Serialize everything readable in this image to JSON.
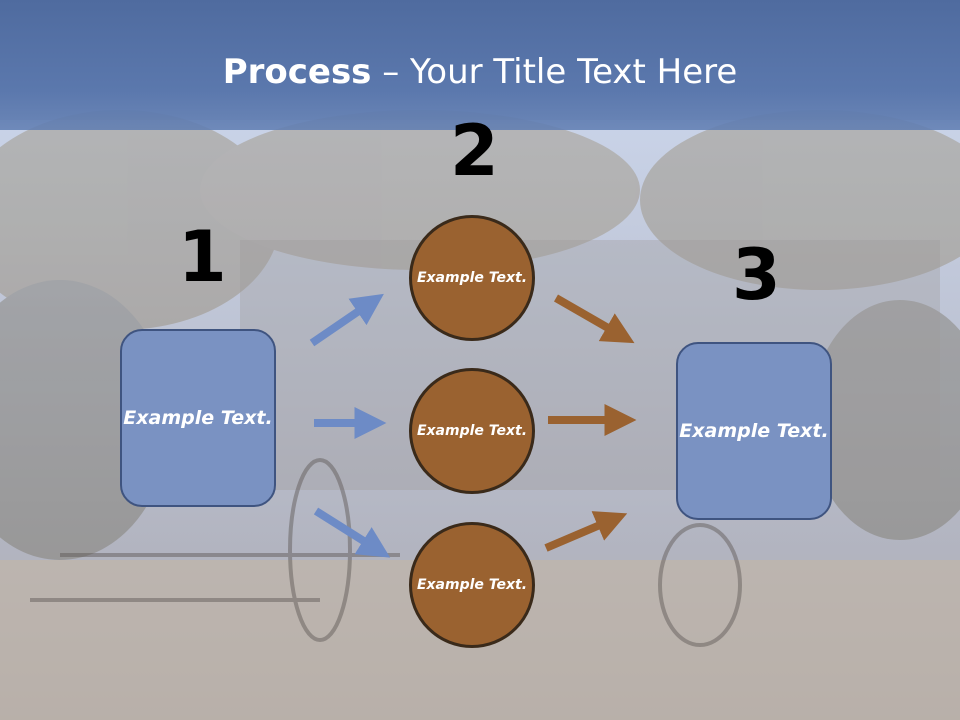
{
  "title": {
    "bold": "Process",
    "rest": " – Your Title Text Here"
  },
  "steps": {
    "one": "1",
    "two": "2",
    "three": "3"
  },
  "left_box": {
    "text": "Example Text."
  },
  "right_box": {
    "text": "Example Text."
  },
  "circles": [
    {
      "text": "Example Text."
    },
    {
      "text": "Example Text."
    },
    {
      "text": "Example Text."
    }
  ],
  "colors": {
    "title_band": "#5b78ad",
    "box_fill": "#7a92c2",
    "circle_fill": "#9a6230",
    "blue_arrow": "#6d8bc6",
    "brown_arrow": "#9a6230"
  }
}
